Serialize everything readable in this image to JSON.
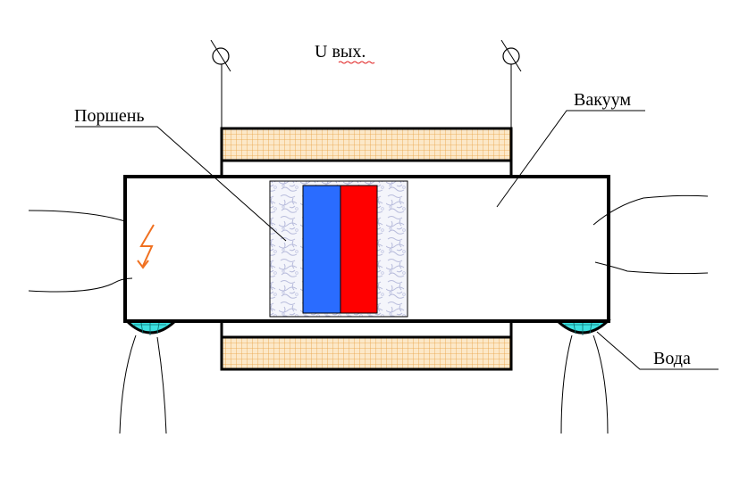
{
  "labels": {
    "u_out": "U вых.",
    "piston": "Поршень",
    "vacuum": "Вакуум",
    "water": "Вода"
  },
  "icons": {
    "lightning": "lightning-bolt-icon",
    "terminal": "terminal-circle-icon"
  },
  "colors": {
    "coil_fill": "#fce8c8",
    "coil_grid": "#e8a040",
    "magnet_north": "#2a6cff",
    "magnet_south": "#ff0000",
    "piston_texture": "#b8bcdc",
    "water": "#3ce0e0",
    "lightning": "#f07020",
    "label_underline": "#e02020"
  }
}
